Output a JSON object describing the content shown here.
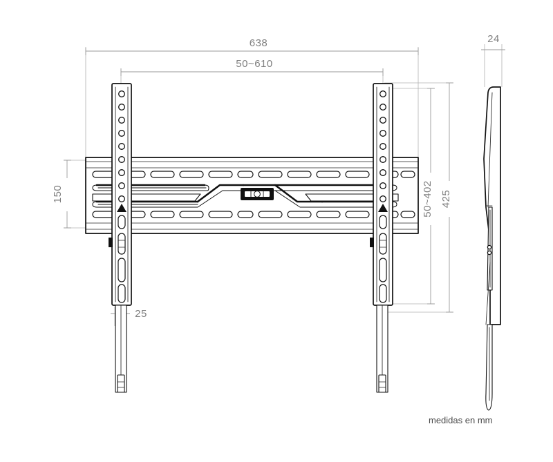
{
  "document": {
    "type": "technical-drawing",
    "subject": "TV wall mount bracket",
    "units_caption": "medidas en mm",
    "background_color": "#ffffff",
    "line_color": "#111111",
    "dimension_color": "#808080"
  },
  "dimensions": {
    "overall_width": "638",
    "mount_width_range": "50~610",
    "upper_height": "150",
    "vesa_height_range": "50~402",
    "overall_height": "425",
    "tail_width": "25",
    "profile_depth": "24"
  },
  "views": {
    "front": {
      "name": "front-view",
      "label": "",
      "arms": 2,
      "arm_round_holes": 9,
      "arm_slots_below_triangle": 4,
      "triangle_marker": true,
      "bubble_level": true,
      "rail_slot_rows": 2
    },
    "side": {
      "name": "side-profile-view",
      "label": "",
      "depth_dimension": "24",
      "small_holes": 2
    }
  },
  "annotations": {
    "units_note": "medidas en mm"
  }
}
